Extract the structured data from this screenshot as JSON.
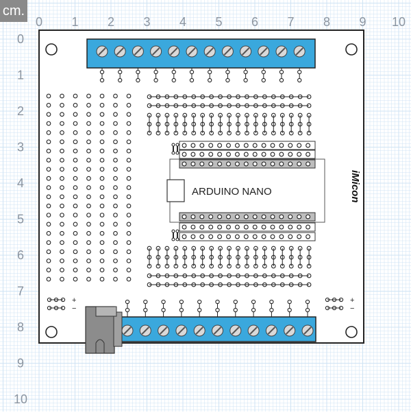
{
  "unit_label": "cm.",
  "scale": {
    "x_ticks": [
      "0",
      "1",
      "2",
      "3",
      "4",
      "5",
      "6",
      "7",
      "8",
      "9",
      "10"
    ],
    "y_ticks": [
      "0",
      "1",
      "2",
      "3",
      "4",
      "5",
      "6",
      "7",
      "8",
      "9",
      "10"
    ]
  },
  "board": {
    "module_label": "ARDUINO NANO",
    "brand": "iMicon",
    "plus_symbol": "+",
    "minus_symbol": "−",
    "top_terminal_screws": 12,
    "bottom_terminal_screws": 11
  },
  "colors": {
    "grid": "#cfe3f4",
    "tick_text": "#8a94a0",
    "terminal_blue": "#3aa8dd",
    "board_edge": "#222222",
    "pad_fill": "#ffffff",
    "jack_gray": "#8c8c8c",
    "header_gray": "#bdbdbd"
  }
}
